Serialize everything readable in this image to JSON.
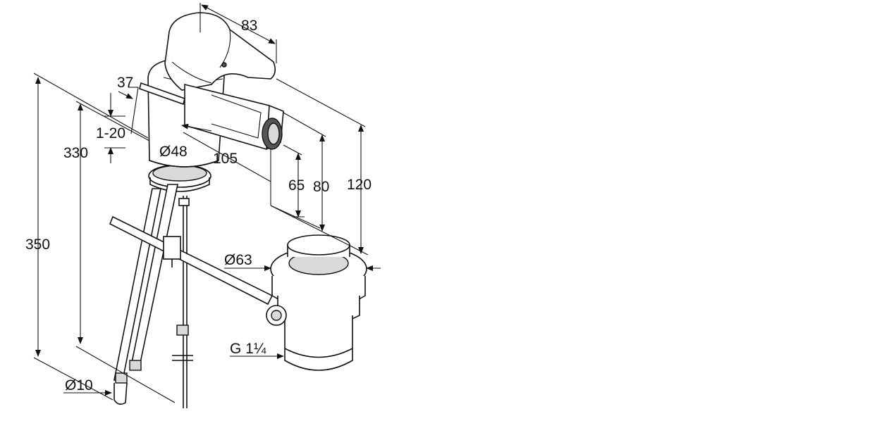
{
  "dimensions": {
    "handle_length": "83",
    "spout_offset": "37",
    "adjustment_range": "1-20",
    "total_height": "350",
    "hose_length": "330",
    "body_diameter": "Ø48",
    "spout_reach": "105",
    "outlet_height": "65",
    "spout_height": "80",
    "handle_height": "120",
    "waste_diameter": "Ø63",
    "waste_thread": "G 1¼",
    "hose_diameter": "Ø10"
  },
  "colors": {
    "line": "#111111",
    "background": "#ffffff",
    "aerator": "#555555",
    "shade": "#d9d9d9"
  }
}
